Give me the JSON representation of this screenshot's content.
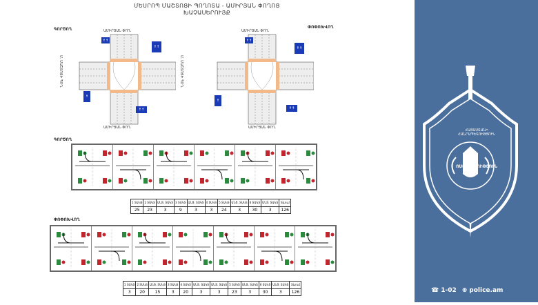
{
  "title_line1": "ՄԵՍՐՈՊ ՄԱՇՏՈՑԻ ՊՈՂՈՏԱ - ԱՄԻՐՅԱՆ ՓՈՂՈՑ",
  "title_line2": "ԽԱՉԱՍԵՐՈՒՅՔ",
  "left_label": "ԳՈՐԾՈՂ",
  "right_label": "ՓՈՓՈԽՎՈՂ",
  "road_top": "ԱՄԻՐՅԱՆ ՓՈՂ.",
  "road_bottom": "ԱՄԻՐՅԱՆ ՓՈՂ.",
  "road_left": "Մ. ՄԱՇՏՈՑԻ ՊՈՂ.",
  "road_right": "Մ. ՄԱՇՏՈՑԻ ՊՈՂ.",
  "phases1_label": "ԳՈՐԾՈՂ",
  "phases2_label": "ՓՈՓՈԽՎՈՂ",
  "table1": {
    "headers": [
      "1 ՏԱԿՏ",
      "2 ՏԱԿՏ",
      "ԱՆՑ. ՏԱԿՏ",
      "3 ՏԱԿՏ",
      "ԱՆՑ. ՏԱԿՏ",
      "4 ՏԱԿՏ",
      "5 ՏԱԿՏ",
      "ԱՆՑ. ՏԱԿՏ",
      "6 ՏԱԿՏ",
      "ԱՆՑ. ՏԱԿՏ",
      "Տևում"
    ],
    "values": [
      "25",
      "23",
      "3",
      "9",
      "3",
      "3",
      "24",
      "3",
      "30",
      "3",
      "126"
    ]
  },
  "table2": {
    "headers": [
      "1 ՏԱԿՏ",
      "2 ՏԱԿՏ",
      "ԱՆՑ. ՏԱԿՏ",
      "3 ՏԱԿՏ",
      "4 ՏԱԿՏ",
      "ԱՆՑ. ՏԱԿՏ",
      "ԱՆՑ. ՏԱԿՏ",
      "5 ՏԱԿՏ",
      "ԱՆՑ. ՏԱԿՏ",
      "6 ՏԱԿՏ",
      "ԱՆՑ. ՏԱԿՏ",
      "Տևում"
    ],
    "values": [
      "3",
      "20",
      "15",
      "3",
      "20",
      "3",
      "3",
      "23",
      "3",
      "30",
      "3",
      "126"
    ]
  },
  "emblem_text_top": "ՀԱՅԱՍՏԱՆԻ ՀԱՆՐԱՊԵՏՈՒԹՅՈՒՆ",
  "emblem_text_bottom": "ՈՍՏԻԿԱՆՈՒԹՅՈՒՆ",
  "footer_phone": "1-02",
  "footer_site": "police.am",
  "colors": {
    "side_bg": "#4a6f9c",
    "sign_blue": "#1a3bb5",
    "crossing": "#f2b98a",
    "light_red": "#c0262d",
    "light_green": "#2b8a3e"
  }
}
